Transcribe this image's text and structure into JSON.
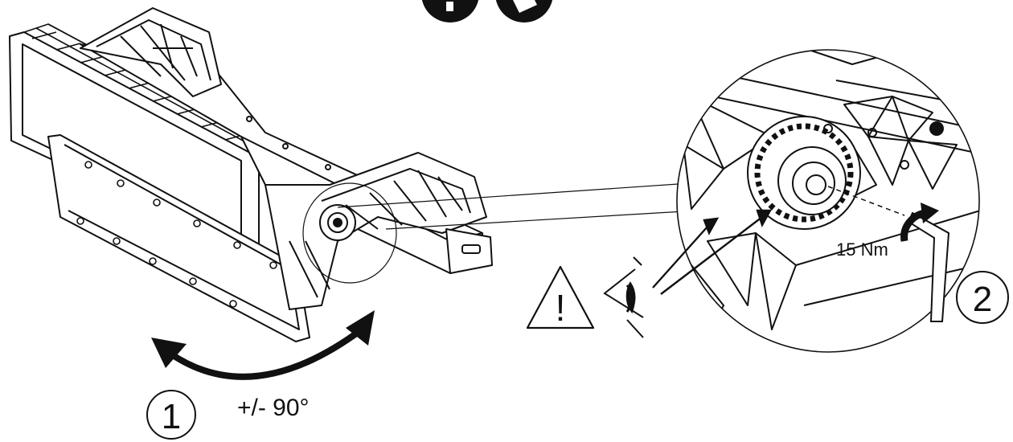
{
  "steps": [
    {
      "number": "1",
      "caption": "+/- 90°"
    },
    {
      "number": "2",
      "caption": "15 Nm"
    }
  ],
  "symbols": {
    "warning": "!",
    "top_icons": [
      "tool-icon",
      "fixture-icon"
    ],
    "eye": "eye-icon"
  },
  "colors": {
    "ink": "#111111",
    "paper": "#ffffff"
  }
}
